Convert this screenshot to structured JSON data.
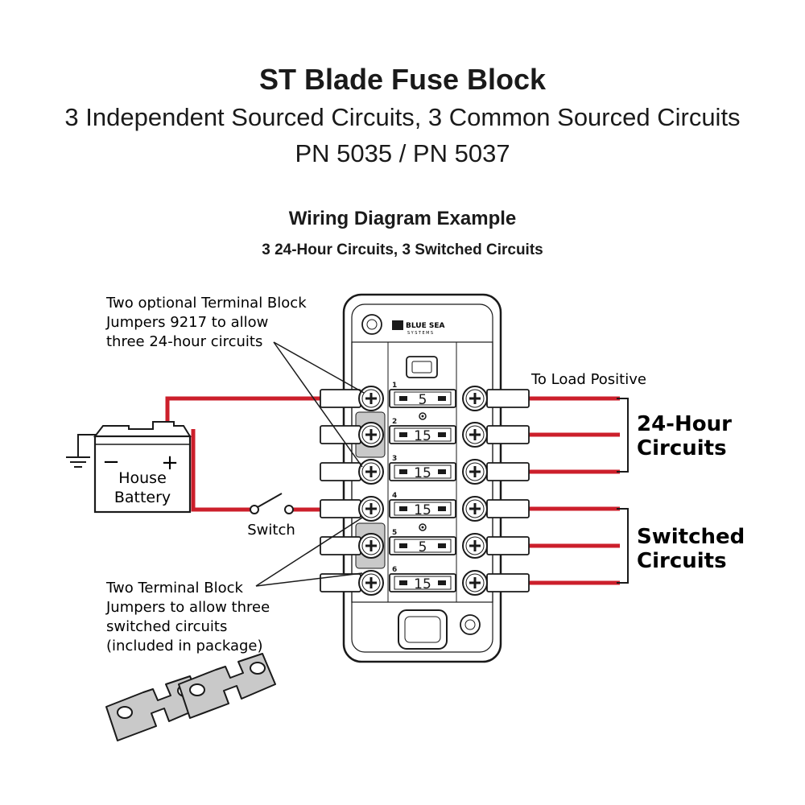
{
  "header": {
    "title": "ST Blade Fuse Block",
    "subtitle": "3 Independent Sourced Circuits, 3 Common Sourced Circuits",
    "part_numbers": "PN 5035 / PN 5037"
  },
  "section": {
    "title": "Wiring Diagram Example",
    "subtitle": "3 24-Hour Circuits, 3 Switched Circuits"
  },
  "callouts": {
    "optional_jumpers": [
      "Two optional Terminal Block",
      "Jumpers 9217 to allow",
      "three 24-hour circuits"
    ],
    "included_jumpers": [
      "Two Terminal Block",
      "Jumpers to allow three",
      "switched circuits",
      "(included in package)"
    ]
  },
  "battery": {
    "line1": "House",
    "line2": "Battery",
    "minus": "−",
    "plus": "+"
  },
  "switch_label": "Switch",
  "load_label": "To Load Positive",
  "groups": {
    "always_on": [
      "24-Hour",
      "Circuits"
    ],
    "switched": [
      "Switched",
      "Circuits"
    ]
  },
  "brand": {
    "name": "BLUE SEA",
    "sub": "SYSTEMS"
  },
  "fuses": [
    {
      "circuit": "1",
      "rating": "5"
    },
    {
      "circuit": "2",
      "rating": "15"
    },
    {
      "circuit": "3",
      "rating": "15"
    },
    {
      "circuit": "4",
      "rating": "15"
    },
    {
      "circuit": "5",
      "rating": "5"
    },
    {
      "circuit": "6",
      "rating": "15"
    }
  ],
  "colors": {
    "wire": "#cc1f2b",
    "ink": "#1a1a1a",
    "body": "#ffffff",
    "jumper": "#c9c9c9"
  }
}
